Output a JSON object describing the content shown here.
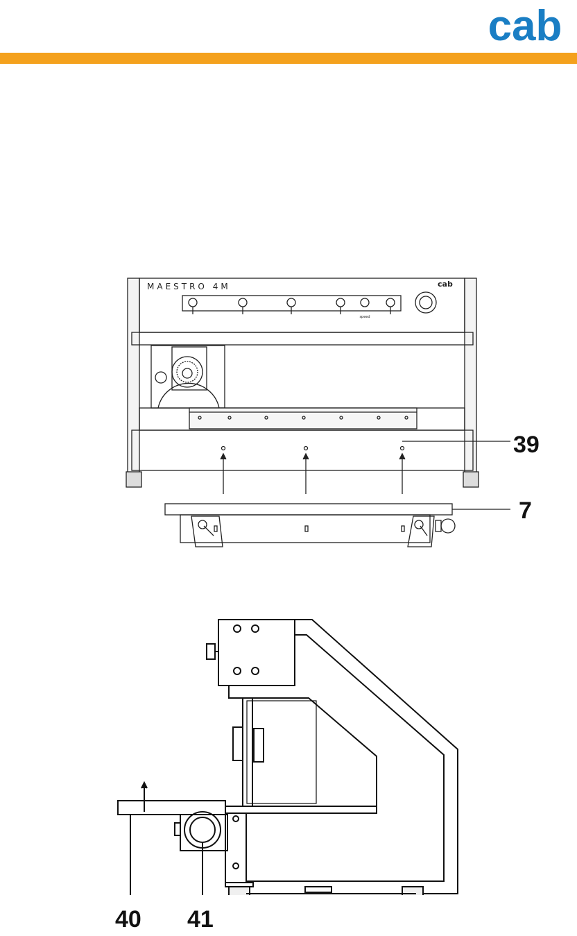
{
  "header": {
    "logo_text": "cab",
    "logo_color": "#1a7ec4",
    "accent_bar_color": "#f4a11d"
  },
  "figure1": {
    "model_label": "MAESTRO 4M",
    "brand_label": "cab",
    "knob_labels": [
      "",
      "",
      "",
      "",
      "speed",
      ""
    ],
    "callouts": [
      "39",
      "7"
    ]
  },
  "figure2": {
    "callouts": [
      "40",
      "41"
    ]
  }
}
